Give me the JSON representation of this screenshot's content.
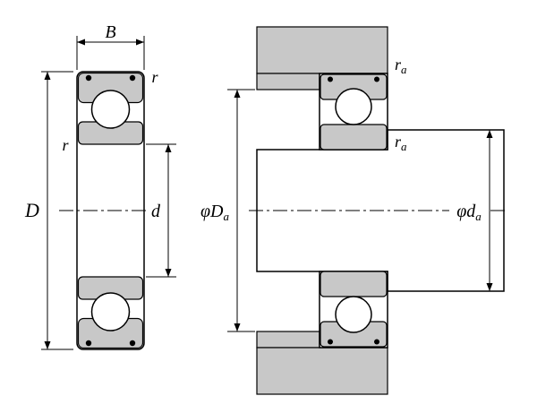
{
  "figure": {
    "type": "bearing-dimension-and-mounting-diagram"
  },
  "colors": {
    "shaded": "#c8c8c8",
    "line": "#000000",
    "background": "#ffffff"
  },
  "left_view": {
    "width_label": "B",
    "outer_diameter_label": "D",
    "bore_diameter_label": "d",
    "outer_ring_chamfer_label": "r",
    "inner_ring_chamfer_label": "r"
  },
  "right_view": {
    "housing_fillet_label_main": "r",
    "housing_fillet_label_sub": "a",
    "shaft_fillet_label_main": "r",
    "shaft_fillet_label_sub": "a",
    "housing_shoulder_dia_main": "φD",
    "housing_shoulder_dia_sub": "a",
    "shaft_shoulder_dia_main": "φd",
    "shaft_shoulder_dia_sub": "a"
  }
}
